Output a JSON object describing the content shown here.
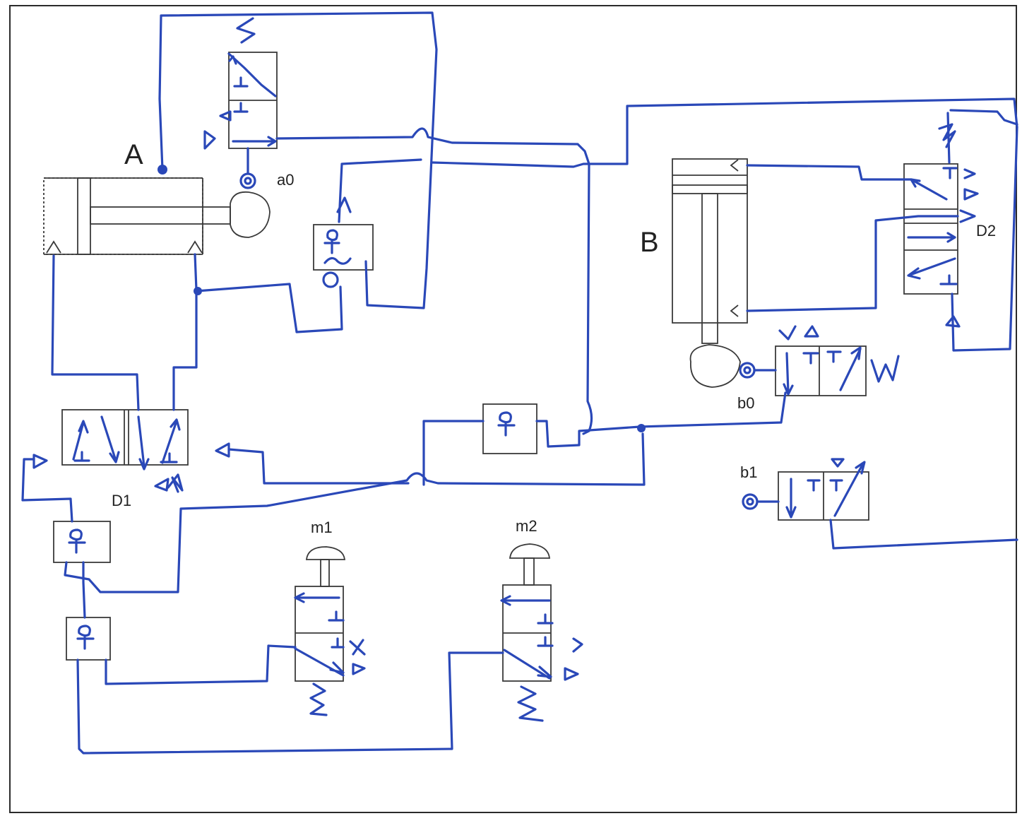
{
  "labels": {
    "cyl_a": "A",
    "cyl_b": "B",
    "sensor_a0": "a0",
    "sensor_b0": "b0",
    "sensor_b1": "b1",
    "valve_d1": "D1",
    "valve_d2": "D2",
    "button_m1": "m1",
    "button_m2": "m2"
  },
  "colors": {
    "ink": "#2a48b8",
    "print": "#3a3a3a",
    "background": "#ffffff"
  }
}
